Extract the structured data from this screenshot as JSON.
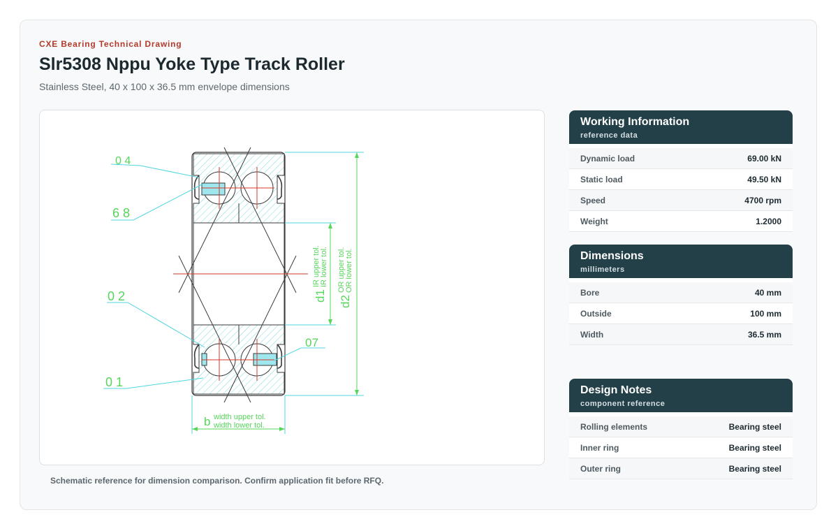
{
  "header": {
    "eyebrow": "CXE Bearing Technical Drawing",
    "title": "Slr5308 Nppu Yoke Type Track Roller",
    "subtitle": "Stainless Steel, 40 x 100 x 36.5 mm envelope dimensions"
  },
  "drawing": {
    "labels": {
      "part_04": "0 4",
      "part_68": "6 8",
      "part_02": "0 2",
      "part_01": "0 1",
      "part_07": "07",
      "d1_symbol": "d1",
      "d1_upper": "IR upper tol.",
      "d1_lower": "IR lower tol.",
      "d2_symbol": "d2",
      "d2_upper": "OR upper tol.",
      "d2_lower": "OR lower tol.",
      "b_symbol": "b",
      "b_upper": "width upper tol.",
      "b_lower": "width lower tol."
    },
    "colors": {
      "outline": "#3a3a3a",
      "centerline": "#d43a2a",
      "dimension": "#55d65a",
      "leader": "#4fd6e0",
      "hatch": "#7fd9dd",
      "seal": "#9fe7ee"
    },
    "caption": "Schematic reference for dimension comparison. Confirm application fit before RFQ."
  },
  "working": {
    "title": "Working Information",
    "subtitle": "reference data",
    "rows": [
      {
        "label": "Dynamic load",
        "value": "69.00 kN"
      },
      {
        "label": "Static load",
        "value": "49.50 kN"
      },
      {
        "label": "Speed",
        "value": "4700 rpm"
      },
      {
        "label": "Weight",
        "value": "1.2000"
      }
    ]
  },
  "dimensions": {
    "title": "Dimensions",
    "subtitle": "millimeters",
    "rows": [
      {
        "label": "Bore",
        "value": "40 mm"
      },
      {
        "label": "Outside",
        "value": "100 mm"
      },
      {
        "label": "Width",
        "value": "36.5 mm"
      }
    ]
  },
  "notes": {
    "title": "Design Notes",
    "subtitle": "component reference",
    "rows": [
      {
        "label": "Rolling elements",
        "value": "Bearing steel"
      },
      {
        "label": "Inner ring",
        "value": "Bearing steel"
      },
      {
        "label": "Outer ring",
        "value": "Bearing steel"
      }
    ]
  }
}
